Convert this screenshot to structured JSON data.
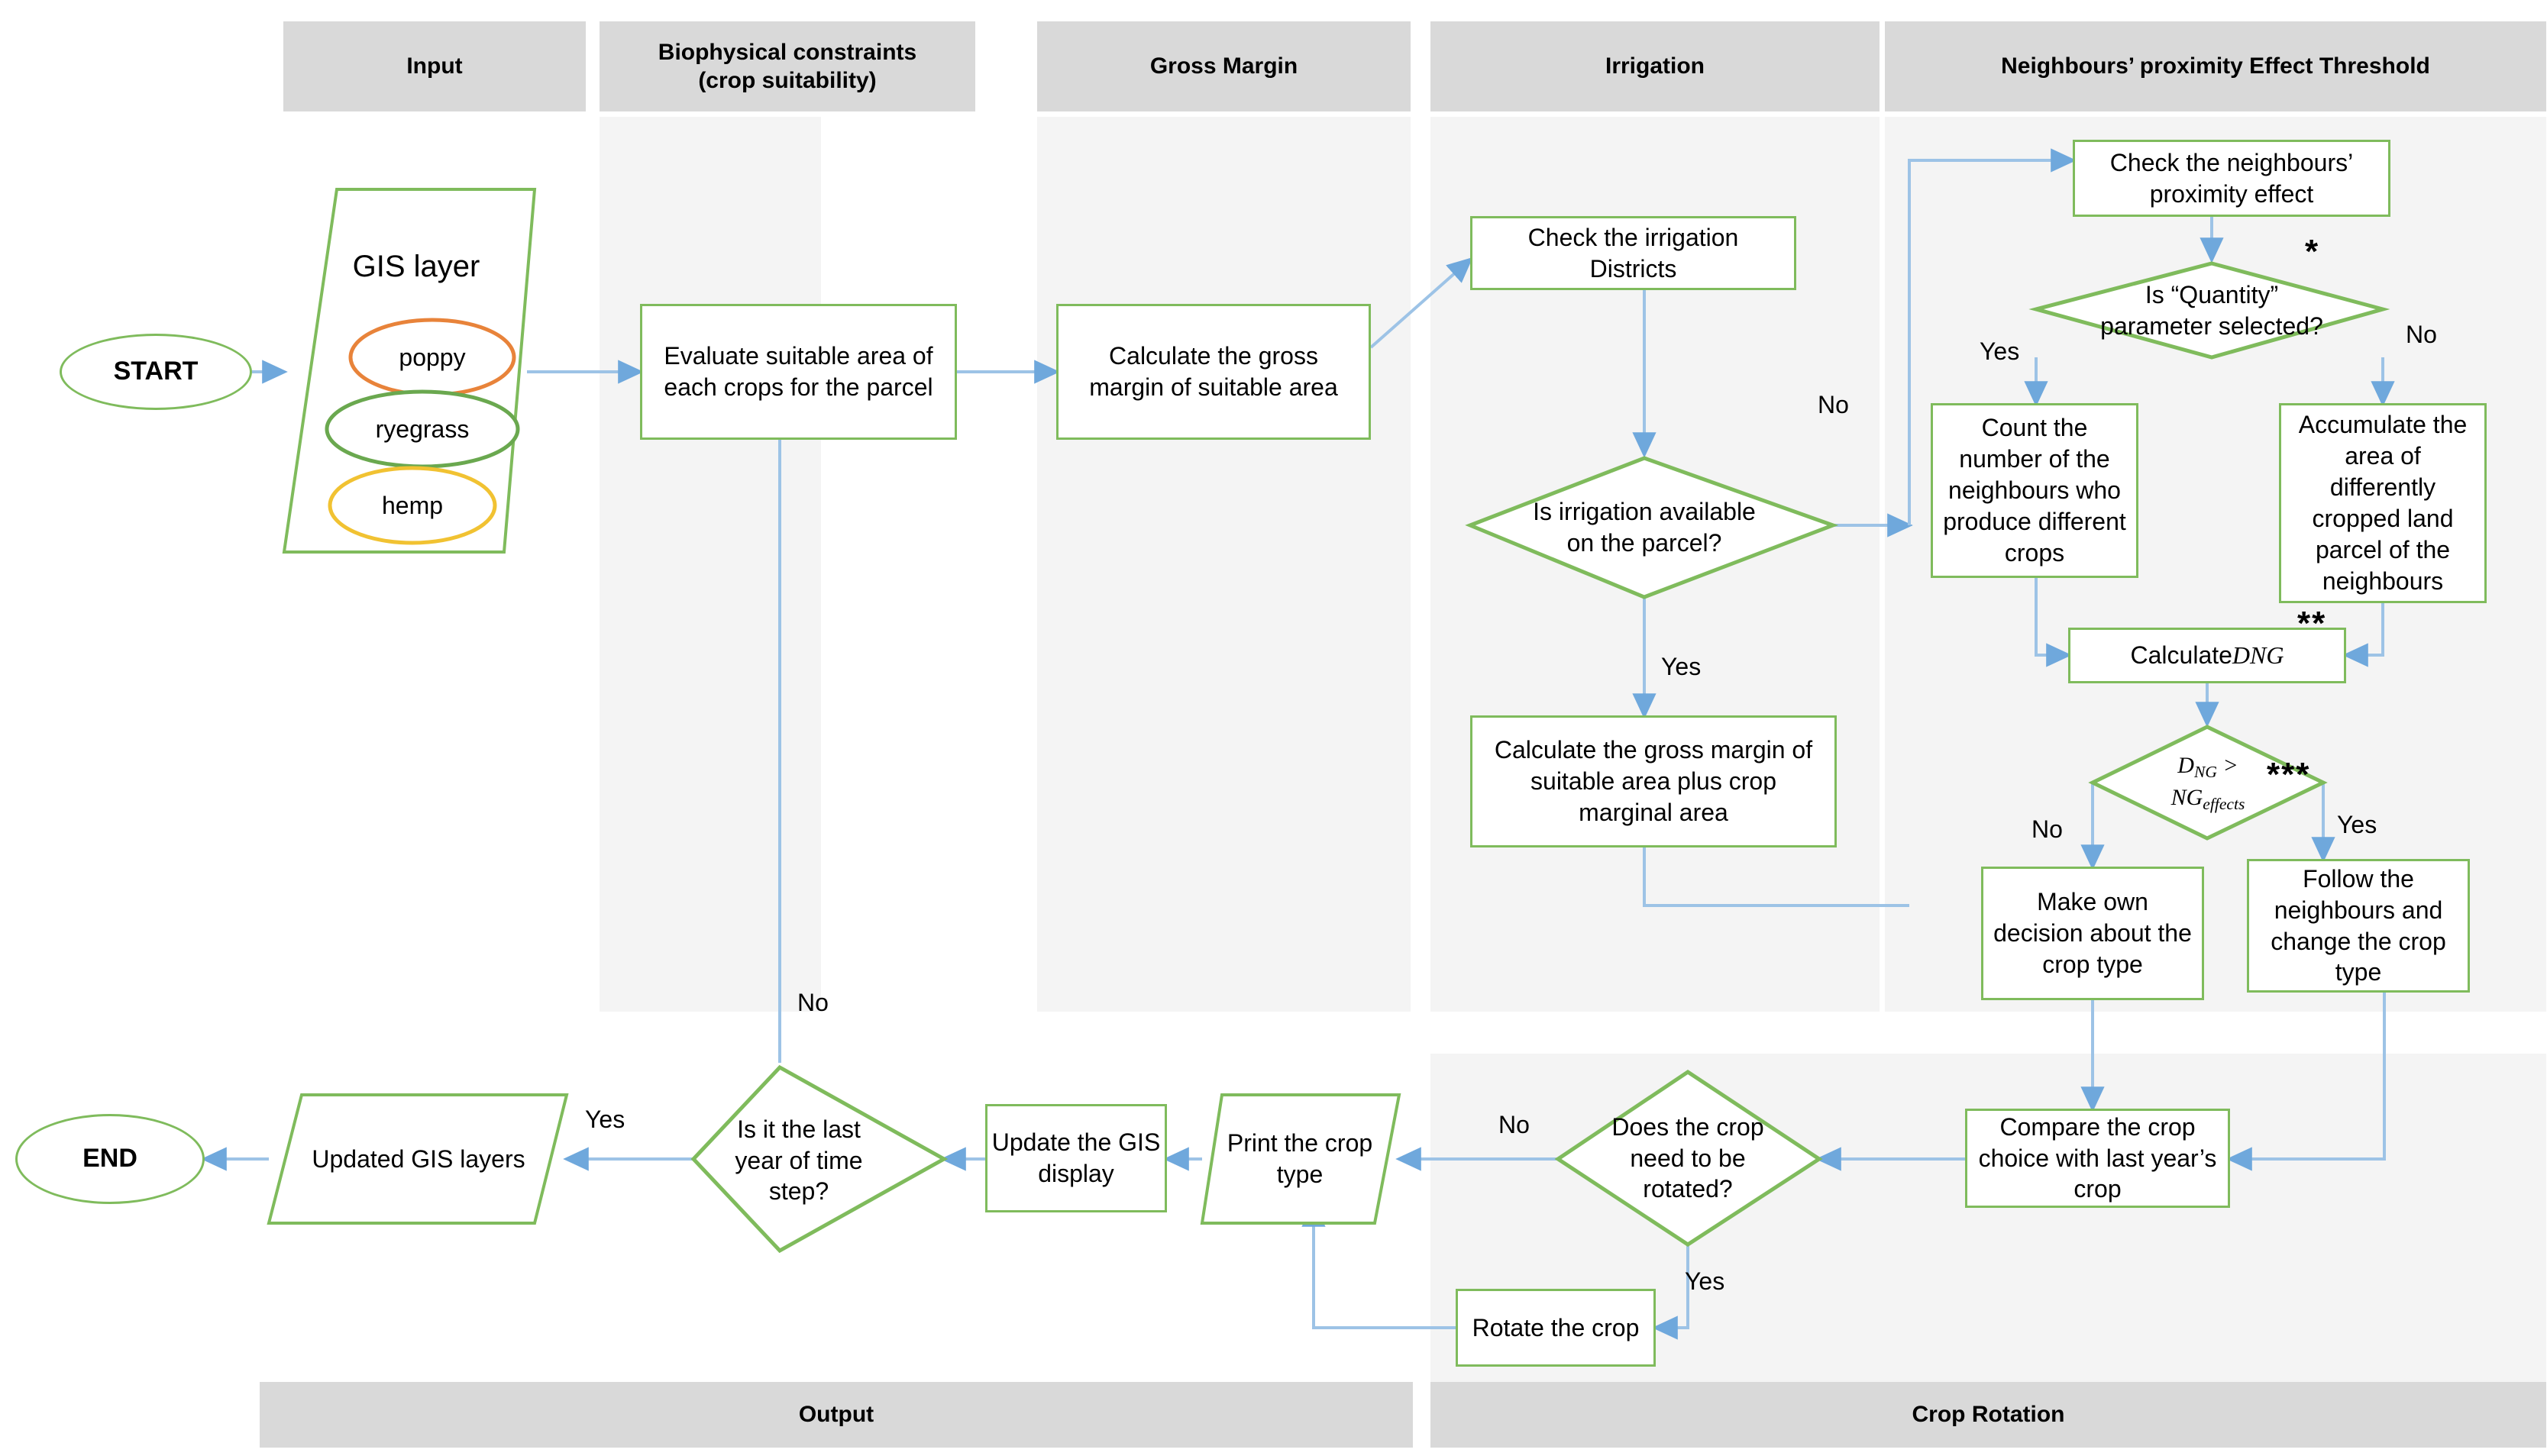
{
  "columns": {
    "headers": [
      {
        "id": "input",
        "label": "Input"
      },
      {
        "id": "biophysical",
        "label": "Biophysical constraints\n(crop suitability)"
      },
      {
        "id": "gross_margin",
        "label": "Gross Margin"
      },
      {
        "id": "irrigation",
        "label": "Irrigation"
      },
      {
        "id": "neighbours",
        "label": "Neighbours’ proximity Effect Threshold"
      }
    ],
    "footers": [
      {
        "id": "output",
        "label": "Output"
      },
      {
        "id": "crop_rotation",
        "label": "Crop Rotation"
      }
    ]
  },
  "nodes": {
    "start": "START",
    "end": "END",
    "gis_layer_title": "GIS layer",
    "crops": [
      {
        "name": "poppy",
        "color": "#e8833a"
      },
      {
        "name": "ryegrass",
        "color": "#6aa84f"
      },
      {
        "name": "hemp",
        "color": "#f1c232"
      }
    ],
    "evaluate_suitable": "Evaluate suitable area of each crops for the parcel",
    "calculate_gross_margin": "Calculate  the gross margin of suitable area",
    "check_irrigation_districts": "Check the irrigation Districts",
    "is_irrigation_available": "Is irrigation available on the parcel?",
    "calculate_gm_plus_marginal": "Calculate  the gross margin of  suitable area plus crop marginal area",
    "check_neighbours_proximity": "Check the neighbours’ proximity effect",
    "is_quantity_selected": "Is “Quantity” parameter selected?",
    "count_neighbours": "Count the number of the neighbours who produce different crops",
    "accumulate_area": "Accumulate the area of differently cropped land parcel of the neighbours",
    "calculate_dng_prefix": "Calculate ",
    "calculate_dng_symbol": "D",
    "calculate_dng_subscript": "NG",
    "dng_compare_left": "D",
    "dng_compare_left_sub": "NG",
    "dng_compare_op": " >",
    "dng_compare_right": "NG",
    "dng_compare_right_sub": "effects",
    "make_own_decision": "Make own decision about the crop type",
    "follow_neighbours": "Follow the neighbours and change the crop type",
    "compare_with_last_year": "Compare the crop choice with last year’s crop",
    "does_crop_need_rotation": "Does the crop need to be rotated?",
    "rotate_the_crop": "Rotate the crop",
    "print_crop_type": "Print  the crop type",
    "update_gis_display": "Update the GIS display",
    "is_last_year": "Is it the last year of time step?",
    "updated_gis_layers": "Updated GIS layers"
  },
  "annotations": {
    "asterisk_1": "*",
    "asterisk_2": "**",
    "asterisk_3": "***"
  },
  "edge_labels": {
    "irrigation_no": "No",
    "irrigation_yes": "Yes",
    "quantity_yes": "Yes",
    "quantity_no": "No",
    "dng_no": "No",
    "dng_yes": "Yes",
    "rotate_no": "No",
    "rotate_yes": "Yes",
    "lastyear_no": "No",
    "lastyear_yes": "Yes"
  },
  "colors": {
    "node_border": "#7fbb5c",
    "arrow": "#9dc3e6",
    "header_bg": "#d9d9d9",
    "band_bg": "#f4f4f4",
    "page_bg": "#ffffff"
  }
}
